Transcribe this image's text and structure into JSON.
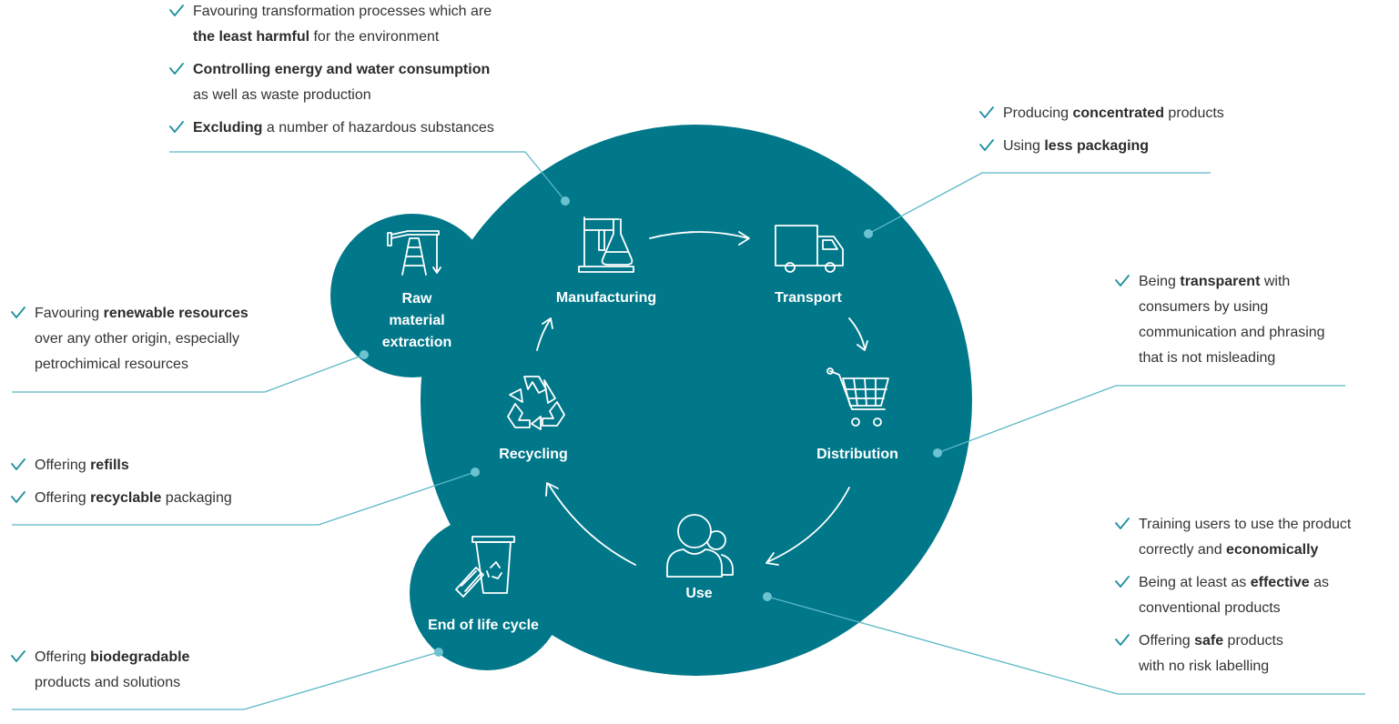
{
  "colors": {
    "circle": "#00788a",
    "leader": "#5ab8c6",
    "check": "#1f8fa0",
    "text": "#333333",
    "icon": "#ffffff"
  },
  "stages": {
    "raw": {
      "label_lines": [
        "Raw",
        "material",
        "extraction"
      ],
      "icon": "oil-pump-icon"
    },
    "manufacturing": {
      "label": "Manufacturing",
      "icon": "lab-flask-icon"
    },
    "transport": {
      "label": "Transport",
      "icon": "delivery-truck-icon"
    },
    "distribution": {
      "label": "Distribution",
      "icon": "shopping-cart-icon"
    },
    "use": {
      "label": "Use",
      "icon": "users-icon"
    },
    "end_of_life": {
      "label": "End of life cycle",
      "icon": "recycle-bin-icon"
    },
    "recycling": {
      "label": "Recycling",
      "icon": "recycle-icon"
    }
  },
  "notes": {
    "manufacturing": [
      {
        "lines": [
          [
            {
              "t": "Favouring transformation processes which are",
              "b": false
            }
          ],
          [
            {
              "t": "the least harmful",
              "b": true
            },
            {
              "t": " for the environment",
              "b": false
            }
          ]
        ]
      },
      {
        "lines": [
          [
            {
              "t": "Controlling energy and water consumption",
              "b": true
            }
          ],
          [
            {
              "t": "as well as waste production",
              "b": false
            }
          ]
        ]
      },
      {
        "lines": [
          [
            {
              "t": "Excluding",
              "b": true
            },
            {
              "t": " a number of hazardous substances",
              "b": false
            }
          ]
        ]
      }
    ],
    "transport": [
      {
        "lines": [
          [
            {
              "t": "Producing ",
              "b": false
            },
            {
              "t": "concentrated",
              "b": true
            },
            {
              "t": " products",
              "b": false
            }
          ]
        ]
      },
      {
        "lines": [
          [
            {
              "t": "Using ",
              "b": false
            },
            {
              "t": "less packaging",
              "b": true
            }
          ]
        ]
      }
    ],
    "raw": [
      {
        "lines": [
          [
            {
              "t": "Favouring ",
              "b": false
            },
            {
              "t": "renewable resources",
              "b": true
            }
          ],
          [
            {
              "t": "over any other origin, especially",
              "b": false
            }
          ],
          [
            {
              "t": "petrochimical resources",
              "b": false
            }
          ]
        ]
      }
    ],
    "distribution": [
      {
        "lines": [
          [
            {
              "t": "Being ",
              "b": false
            },
            {
              "t": "transparent",
              "b": true
            },
            {
              "t": " with",
              "b": false
            }
          ],
          [
            {
              "t": "consumers by using",
              "b": false
            }
          ],
          [
            {
              "t": "communication and phrasing",
              "b": false
            }
          ],
          [
            {
              "t": "that is not misleading",
              "b": false
            }
          ]
        ]
      }
    ],
    "recycling": [
      {
        "lines": [
          [
            {
              "t": "Offering ",
              "b": false
            },
            {
              "t": "refills",
              "b": true
            }
          ]
        ]
      },
      {
        "lines": [
          [
            {
              "t": "Offering ",
              "b": false
            },
            {
              "t": "recyclable",
              "b": true
            },
            {
              "t": " packaging",
              "b": false
            }
          ]
        ]
      }
    ],
    "use": [
      {
        "lines": [
          [
            {
              "t": "Training users to use the product",
              "b": false
            }
          ],
          [
            {
              "t": "correctly and ",
              "b": false
            },
            {
              "t": "economically",
              "b": true
            }
          ]
        ]
      },
      {
        "lines": [
          [
            {
              "t": "Being at least as ",
              "b": false
            },
            {
              "t": "effective",
              "b": true
            },
            {
              "t": " as",
              "b": false
            }
          ],
          [
            {
              "t": "conventional products",
              "b": false
            }
          ]
        ]
      },
      {
        "lines": [
          [
            {
              "t": "Offering ",
              "b": false
            },
            {
              "t": "safe",
              "b": true
            },
            {
              "t": " products",
              "b": false
            }
          ],
          [
            {
              "t": "with no risk labelling",
              "b": false
            }
          ]
        ]
      }
    ],
    "end_of_life": [
      {
        "lines": [
          [
            {
              "t": "Offering ",
              "b": false
            },
            {
              "t": "biodegradable",
              "b": true
            }
          ],
          [
            {
              "t": "products and solutions",
              "b": false
            }
          ]
        ]
      }
    ]
  }
}
